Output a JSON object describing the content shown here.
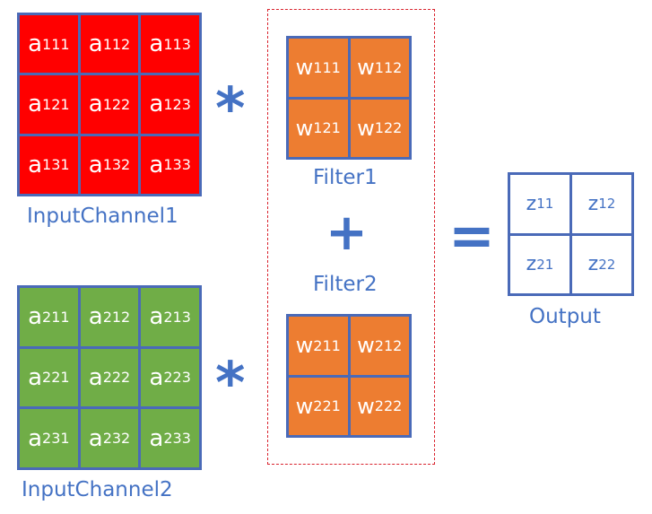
{
  "input_channel_1": {
    "label": "InputChannel1",
    "cells": [
      {
        "base": "a",
        "sub": "111"
      },
      {
        "base": "a",
        "sub": "112"
      },
      {
        "base": "a",
        "sub": "113"
      },
      {
        "base": "a",
        "sub": "121"
      },
      {
        "base": "a",
        "sub": "122"
      },
      {
        "base": "a",
        "sub": "123"
      },
      {
        "base": "a",
        "sub": "131"
      },
      {
        "base": "a",
        "sub": "132"
      },
      {
        "base": "a",
        "sub": "133"
      }
    ],
    "color": "#ff0000"
  },
  "input_channel_2": {
    "label": "InputChannel2",
    "cells": [
      {
        "base": "a",
        "sub": "211"
      },
      {
        "base": "a",
        "sub": "212"
      },
      {
        "base": "a",
        "sub": "213"
      },
      {
        "base": "a",
        "sub": "221"
      },
      {
        "base": "a",
        "sub": "222"
      },
      {
        "base": "a",
        "sub": "223"
      },
      {
        "base": "a",
        "sub": "231"
      },
      {
        "base": "a",
        "sub": "232"
      },
      {
        "base": "a",
        "sub": "233"
      }
    ],
    "color": "#70ad47"
  },
  "filter_1": {
    "label": "Filter1",
    "cells": [
      {
        "base": "w",
        "sub": "111"
      },
      {
        "base": "w",
        "sub": "112"
      },
      {
        "base": "w",
        "sub": "121"
      },
      {
        "base": "w",
        "sub": "122"
      }
    ],
    "color": "#ed7d31"
  },
  "filter_2": {
    "label": "Filter2",
    "cells": [
      {
        "base": "w",
        "sub": "211"
      },
      {
        "base": "w",
        "sub": "212"
      },
      {
        "base": "w",
        "sub": "221"
      },
      {
        "base": "w",
        "sub": "222"
      }
    ],
    "color": "#ed7d31"
  },
  "output": {
    "label": "Output",
    "cells": [
      {
        "base": "z",
        "sub": "11"
      },
      {
        "base": "z",
        "sub": "12"
      },
      {
        "base": "z",
        "sub": "21"
      },
      {
        "base": "z",
        "sub": "22"
      }
    ]
  },
  "operators": {
    "multiply": "*",
    "plus": "+",
    "equals": "="
  },
  "colors": {
    "border": "#4a6ab8",
    "text": "#4472c4",
    "dashed_box": "#d9232d"
  }
}
